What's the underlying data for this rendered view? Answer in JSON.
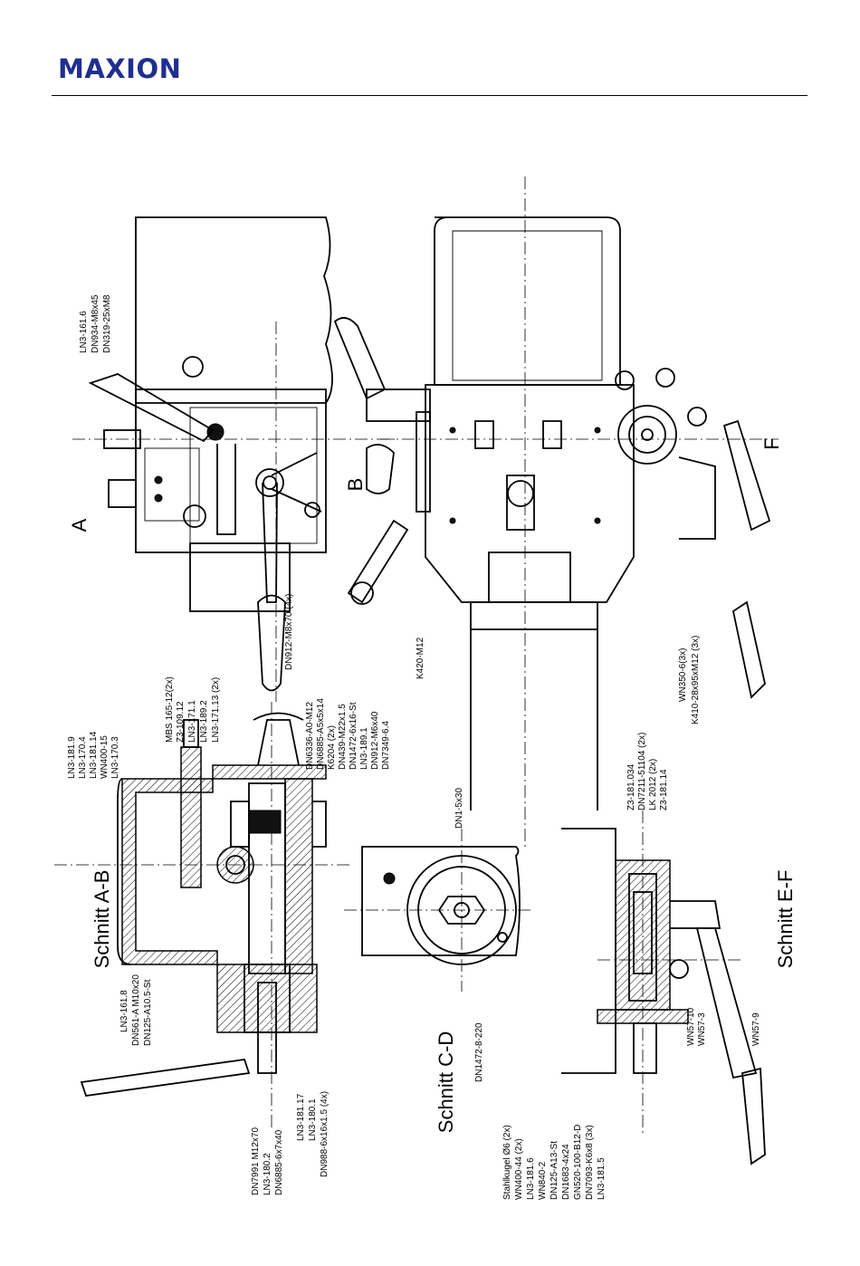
{
  "header": {
    "brand": "MAXION"
  },
  "sections": {
    "ab": "Schnitt A-B",
    "cd": "Schnitt C-D",
    "ef": "Schnitt E-F",
    "a": "A",
    "b": "B",
    "f": "F"
  },
  "labels_top_left": [
    "LN3-161.6",
    "DN934-M8x45",
    "DN319-25xM8"
  ],
  "label_top_right": "K420-M12",
  "label_center": "DN912-M8x70 (4x)",
  "labels_right_ef": [
    "WN350-6(3x)",
    "K410-28x95xM12 (3x)"
  ],
  "labels_ab_right": [
    "LN3-181.9",
    "LN3-170.4",
    "LN3-181.14",
    "WN400-15",
    "LN3-170.3",
    "MBS 165-12(2x)",
    "Z3-109.12",
    "LN3-171.1",
    "LN3-189.2",
    "LN3-171.13 (2x)",
    "DN6336-A0-M12",
    "DN6885-A5x5x14",
    "K6204 (2x)",
    "DN439-M22x1.5",
    "DN1472-6x16-St",
    "LN3-189.1",
    "DN912-M6x40",
    "DN7349-6.4"
  ],
  "labels_ab_left": [
    "LN3-161.8",
    "DN561-A M10x20",
    "DN125-A10.5-St",
    "DN7991 M12x70",
    "LN3-180.2",
    "DN6885-6x7x40",
    "LN3-181.17",
    "LN3-180.1",
    "DN988-6x16x1.5 (4x)"
  ],
  "label_cd_top": "DN1-5x30",
  "label_cd_bottom": "DN1472-8-220",
  "labels_ef_top": [
    "Z3-181.034",
    "DN7211-51104 (2x)",
    "LK 2012 (2x)",
    "Z3-181.14"
  ],
  "labels_ef_bottom": [
    "Stahlkugel Ø6 (2x)",
    "WN400-44 (2x)",
    "LN3-181.6",
    "WN840-2",
    "DN125-A13-St",
    "DN1683-4x24",
    "GN520-100-B12-D",
    "DN7093-K6x8 (3x)",
    "LN3-181.5"
  ],
  "labels_ef_side": [
    "WN57-10",
    "WN57-3",
    "WN57-9"
  ]
}
